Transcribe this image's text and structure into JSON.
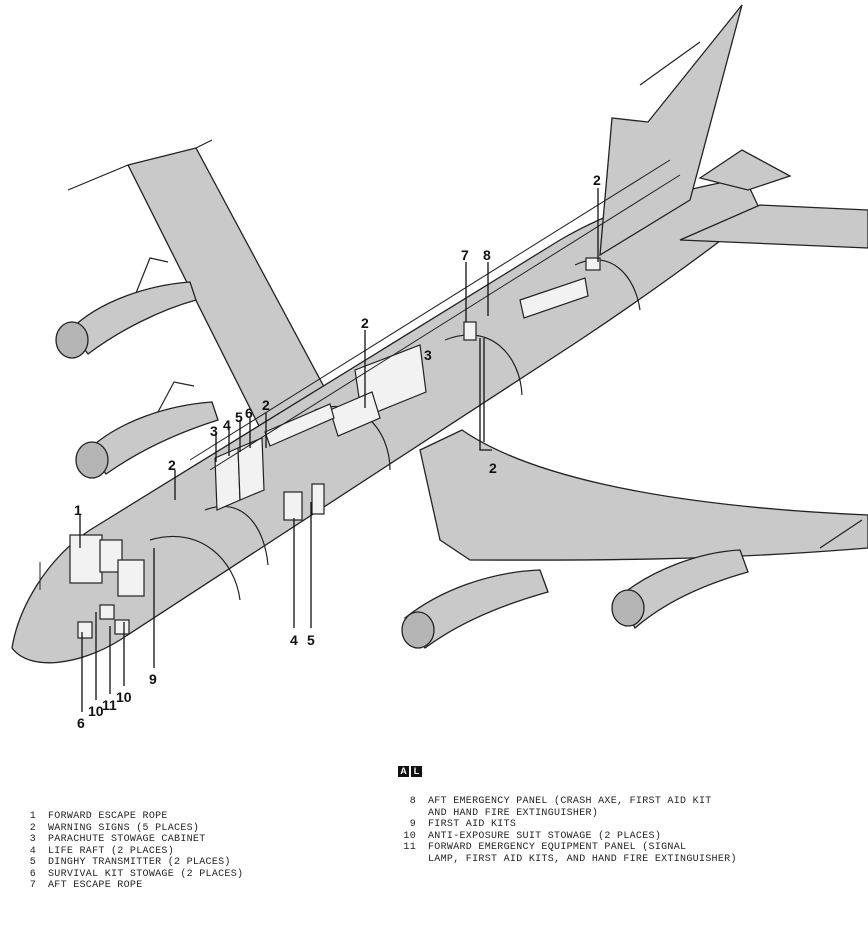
{
  "badges": [
    "A",
    "L"
  ],
  "callouts": [
    "1",
    "2",
    "3",
    "4",
    "5",
    "6",
    "7",
    "8",
    "9",
    "10",
    "11"
  ],
  "legend_left": [
    {
      "num": "1",
      "text": "FORWARD ESCAPE ROPE"
    },
    {
      "num": "2",
      "text": "WARNING SIGNS (5 PLACES)"
    },
    {
      "num": "3",
      "text": "PARACHUTE STOWAGE CABINET"
    },
    {
      "num": "4",
      "text": "LIFE RAFT (2 PLACES)"
    },
    {
      "num": "5",
      "text": "DINGHY TRANSMITTER (2 PLACES)"
    },
    {
      "num": "6",
      "text": "SURVIVAL KIT STOWAGE (2 PLACES)"
    },
    {
      "num": "7",
      "text": "AFT ESCAPE ROPE"
    }
  ],
  "legend_right": [
    {
      "num": "8",
      "text": "AFT EMERGENCY PANEL (CRASH AXE, FIRST AID KIT",
      "cont": "AND HAND FIRE EXTINGUISHER)"
    },
    {
      "num": "9",
      "text": "FIRST AID KITS",
      "cont": ""
    },
    {
      "num": "10",
      "text": "ANTI-EXPOSURE SUIT STOWAGE (2 PLACES)",
      "cont": ""
    },
    {
      "num": "11",
      "text": "FORWARD EMERGENCY EQUIPMENT PANEL (SIGNAL",
      "cont": "LAMP, FIRST AID KITS, AND HAND FIRE EXTINGUISHER)"
    }
  ]
}
